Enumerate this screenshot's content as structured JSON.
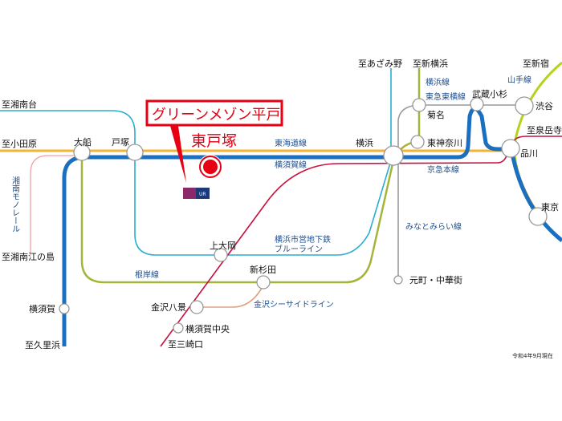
{
  "callout": {
    "property_name": "グリーンメゾン平戸",
    "station": "東戸塚"
  },
  "logo": {
    "text": "UR"
  },
  "stations": {
    "ofuna": "大船",
    "totsuka": "戸塚",
    "yokohama": "横浜",
    "kikuna": "菊名",
    "higashikanagawa": "東神奈川",
    "musashikosugi": "武蔵小杉",
    "shibuya": "渋谷",
    "shinagawa": "品川",
    "tokyo": "東京",
    "kamiooka": "上大岡",
    "shinsugita": "新杉田",
    "kanazawahakkei": "金沢八景",
    "yokosukachuo": "横須賀中央",
    "yokosuka": "横須賀",
    "motomachi": "元町・中華街"
  },
  "destinations": {
    "shonandai": "至湘南台",
    "odawara": "至小田原",
    "enoshima": "至湘南江の島",
    "kurihama": "至久里浜",
    "misakiguchi": "至三崎口",
    "azamino": "至あざみ野",
    "shinyokohama": "至新横浜",
    "shinjuku": "至新宿",
    "sengakuji": "至泉岳寺"
  },
  "lines": {
    "tokaido": "東海道線",
    "yokosuka": "横須賀線",
    "keikyu": "京急本線",
    "yokohama": "横浜線",
    "toyoko": "東急東横線",
    "yamanote": "山手線",
    "minatomirai": "みなとみらい線",
    "blueline_1": "横浜市営地下鉄",
    "blueline_2": "ブルーライン",
    "negishi": "根岸線",
    "seaside": "金沢シーサイドライン",
    "monorail": "湘南モノレール"
  },
  "note": "令和4年9月現在",
  "colors": {
    "tokaido": "#f5b335",
    "yokosuka": "#1a6fc0",
    "keikyu": "#c8103e",
    "blueline": "#2aaed0",
    "negishi": "#a6b43a",
    "yamanote": "#b7d21a",
    "gray": "#9a9a9a",
    "seaside": "#e0a080",
    "monorail": "#f0a0a0",
    "accent": "#e60012"
  }
}
